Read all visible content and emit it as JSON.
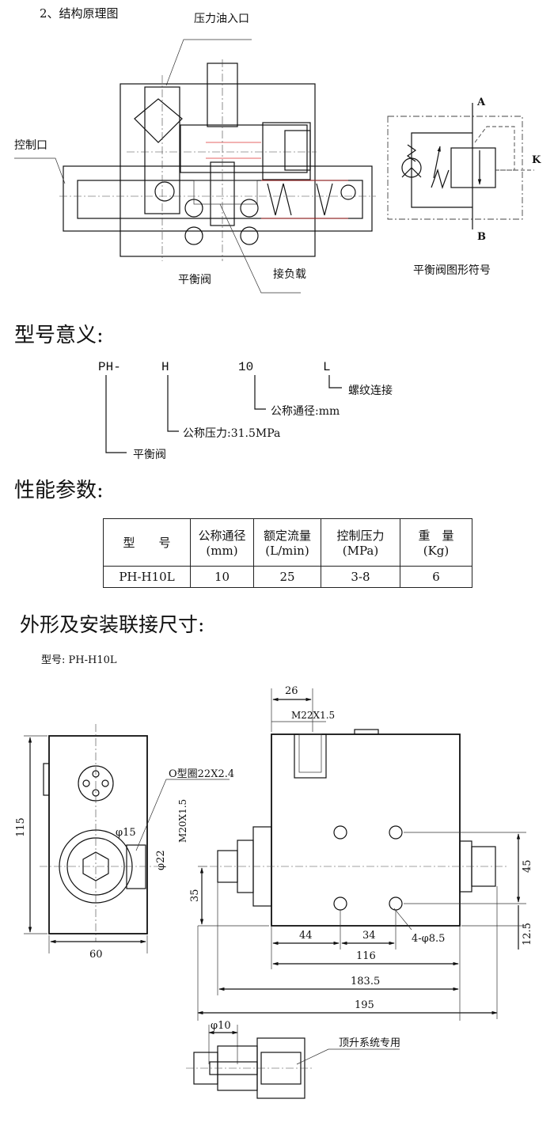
{
  "section_structure": {
    "title": "2、结构原理图",
    "labels": {
      "pressure_inlet": "压力油入口",
      "control_port": "控制口",
      "valve_name": "平衡阀",
      "load_port": "接负载"
    },
    "symbol": {
      "port_a": "A",
      "port_b": "B",
      "port_k": "K",
      "caption": "平衡阀图形符号"
    }
  },
  "model_meaning": {
    "heading": "型号意义:",
    "codes": [
      "PH-",
      "H",
      "10",
      "L"
    ],
    "explanations": {
      "connection": "螺纹连接",
      "diameter": "公称通径:mm",
      "pressure": "公称压力:31.5MPa",
      "type": "平衡阀"
    }
  },
  "performance": {
    "heading": "性能参数:",
    "headers": [
      {
        "line1": "型　　号",
        "line2": ""
      },
      {
        "line1": "公称通径",
        "line2": "(mm)"
      },
      {
        "line1": "额定流量",
        "line2": "(L/min)"
      },
      {
        "line1": "控制压力",
        "line2": "(MPa)"
      },
      {
        "line1": "重　量",
        "line2": "(Kg)"
      }
    ],
    "rows": [
      [
        "PH-H10L",
        "10",
        "25",
        "3-8",
        "6"
      ]
    ]
  },
  "dimensions": {
    "heading": "外形及安装联接尺寸:",
    "model_line": "型号: PH-H10L",
    "labels": {
      "d26": "26",
      "m22": "M22X1.5",
      "d115": "115",
      "oring": "O型圈22X2.4",
      "m20": "M20X1.5",
      "phi15": "φ15",
      "phi22": "φ22",
      "d35": "35",
      "d45": "45",
      "d12_5": "12.5",
      "d44": "44",
      "d34": "34",
      "d116": "116",
      "d183_5": "183.5",
      "d195": "195",
      "holes": "4-φ8.5",
      "d60": "60",
      "phi10": "φ10",
      "jack_note": "顶升系统专用"
    }
  }
}
